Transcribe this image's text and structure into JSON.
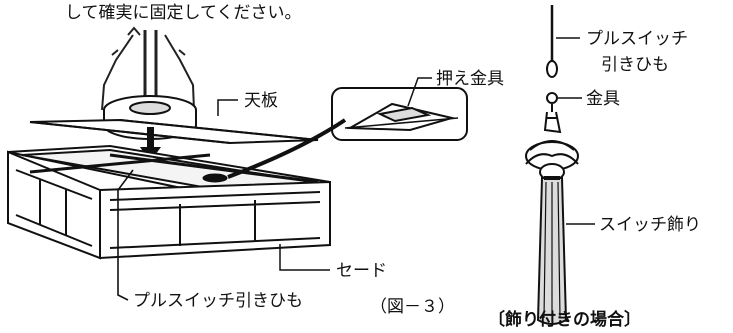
{
  "top_text": "して確実に固定してください。",
  "labels": {
    "tenban": "天板",
    "osae": "押え金具",
    "shade": "セード",
    "pull_cord": "プルスイッチ引きひも",
    "figure": "（図－３）",
    "pull_switch_line1": "プルスイッチ",
    "pull_switch_line2": "引きひも",
    "kanagu": "金具",
    "switch_deco": "スイッチ飾り",
    "with_deco": "〔飾り付きの場合〕"
  }
}
